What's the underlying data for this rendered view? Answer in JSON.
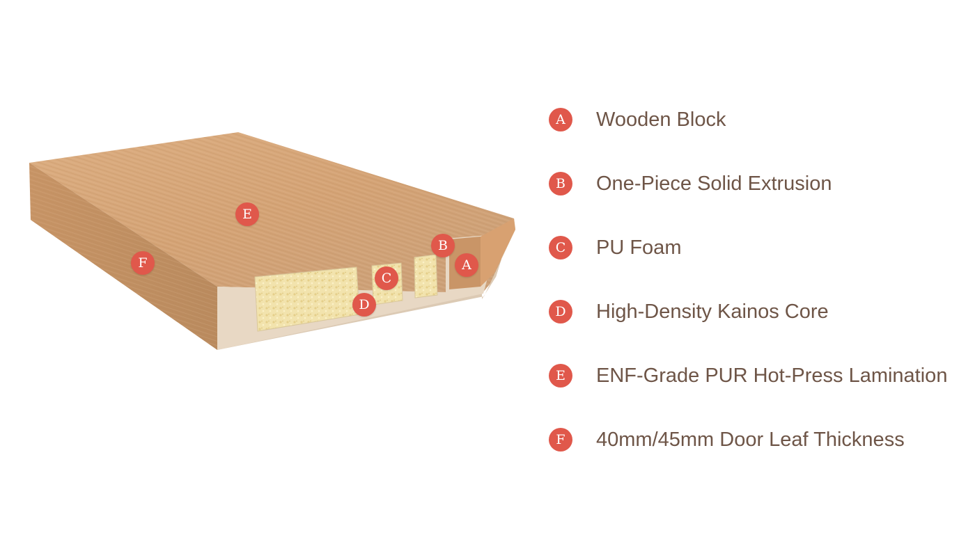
{
  "colors": {
    "accent": "#e0584b",
    "label_text": "#6e5547",
    "wood_top": "#d6a77a",
    "wood_side": "#c08f62",
    "core": "#e6d5c0",
    "foam": "#f1e2ab"
  },
  "markers": [
    {
      "letter": "A"
    },
    {
      "letter": "B"
    },
    {
      "letter": "C"
    },
    {
      "letter": "D"
    },
    {
      "letter": "E"
    },
    {
      "letter": "F"
    }
  ],
  "legend": [
    {
      "letter": "A",
      "label": "Wooden Block"
    },
    {
      "letter": "B",
      "label": "One-Piece Solid Extrusion"
    },
    {
      "letter": "C",
      "label": "PU Foam"
    },
    {
      "letter": "D",
      "label": "High-Density Kainos Core"
    },
    {
      "letter": "E",
      "label": "ENF-Grade PUR Hot-Press Lamination"
    },
    {
      "letter": "F",
      "label": "40mm/45mm Door Leaf Thickness"
    }
  ]
}
